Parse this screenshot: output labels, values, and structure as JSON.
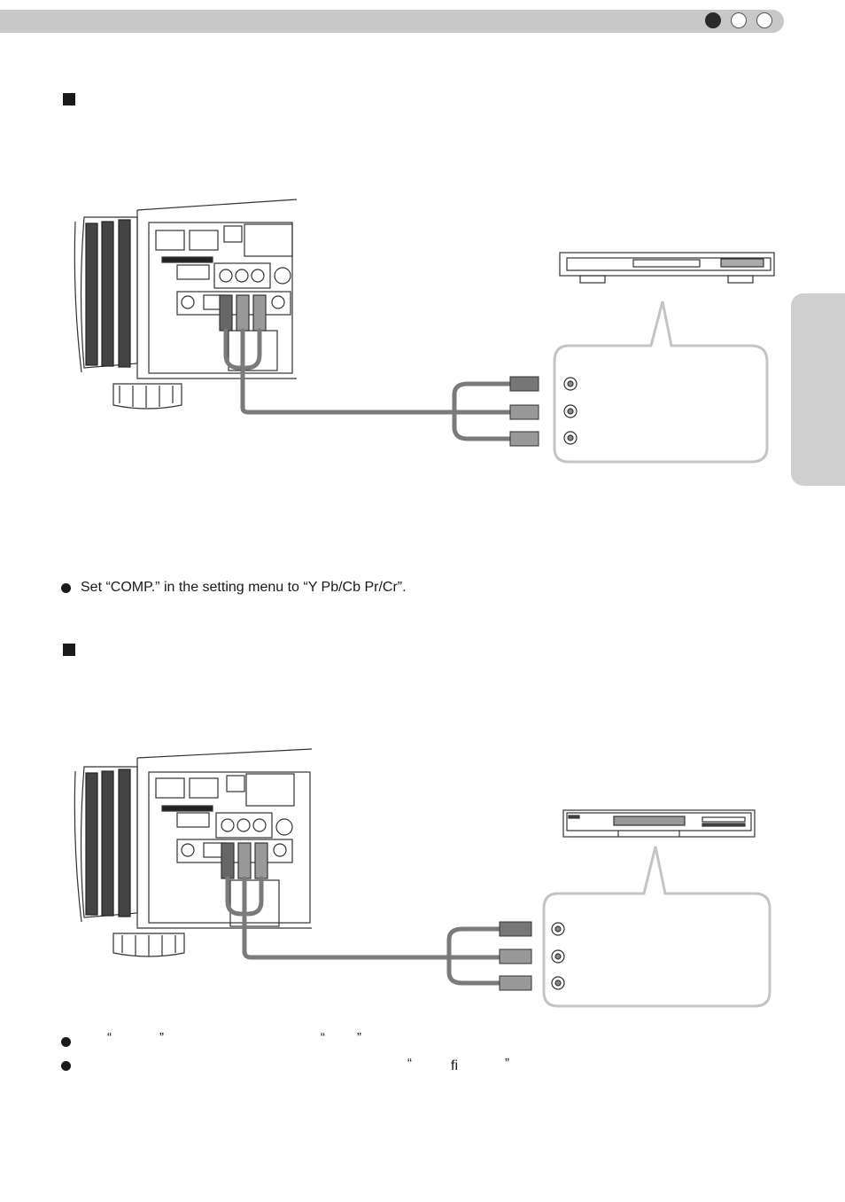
{
  "header": {
    "indicators": [
      "filled",
      "empty",
      "empty"
    ]
  },
  "notes": {
    "comp_setting": "Set “COMP.” in the setting menu to “Y Pb/Cb Pr/Cr”."
  },
  "fragments": {
    "line1_q1": "“",
    "line1_q2": "”",
    "line1_q3": "“",
    "line1_q4": "”",
    "line2_q1": "“",
    "line2_fi": "fi",
    "line2_q2": "”"
  },
  "colors": {
    "header_bar": "#c8c8c8",
    "side_tab": "#cfcfcf",
    "cable": "#7a7a7a",
    "callout_border": "#c4c4c4",
    "line_art": "#333333"
  }
}
